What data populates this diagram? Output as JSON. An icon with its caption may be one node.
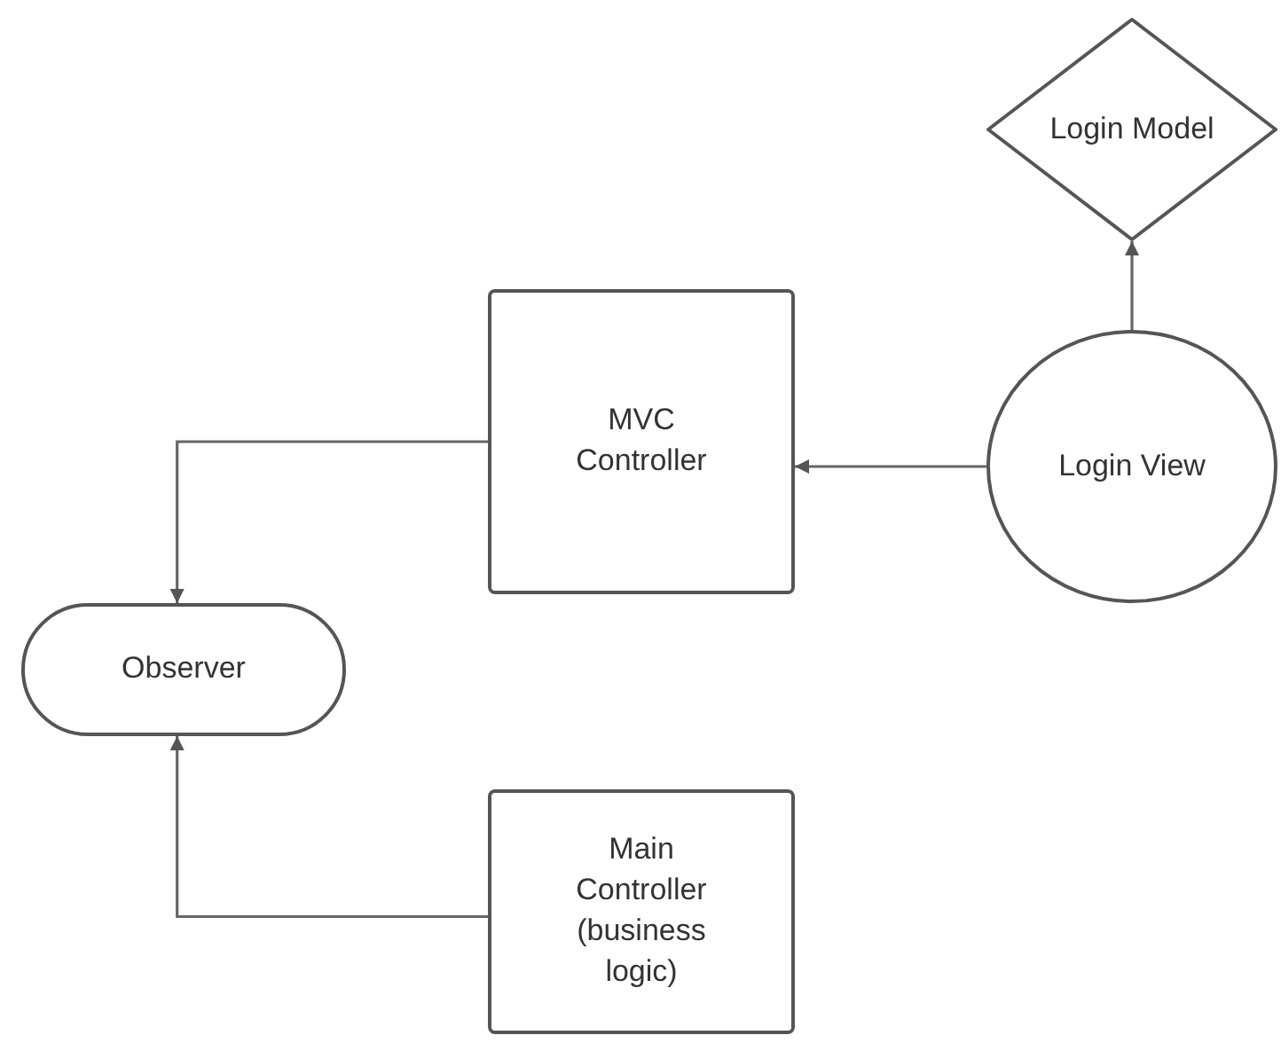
{
  "diagram": {
    "nodes": [
      {
        "text": [
          "Login Model"
        ]
      },
      {
        "text": [
          "MVC Controller"
        ]
      },
      {
        "text": [
          "Login View"
        ]
      },
      {
        "text": [
          "Observer"
        ]
      },
      {
        "text": [
          "Main Controller (business logic)"
        ]
      }
    ],
    "edges": [
      {
        "from": 2,
        "to": 0,
        "arrow": "to"
      },
      {
        "from": 2,
        "to": 1,
        "arrow": "to"
      },
      {
        "from": 1,
        "to": 3,
        "arrow": "to"
      },
      {
        "from": 4,
        "to": 3,
        "arrow": "to"
      }
    ]
  }
}
